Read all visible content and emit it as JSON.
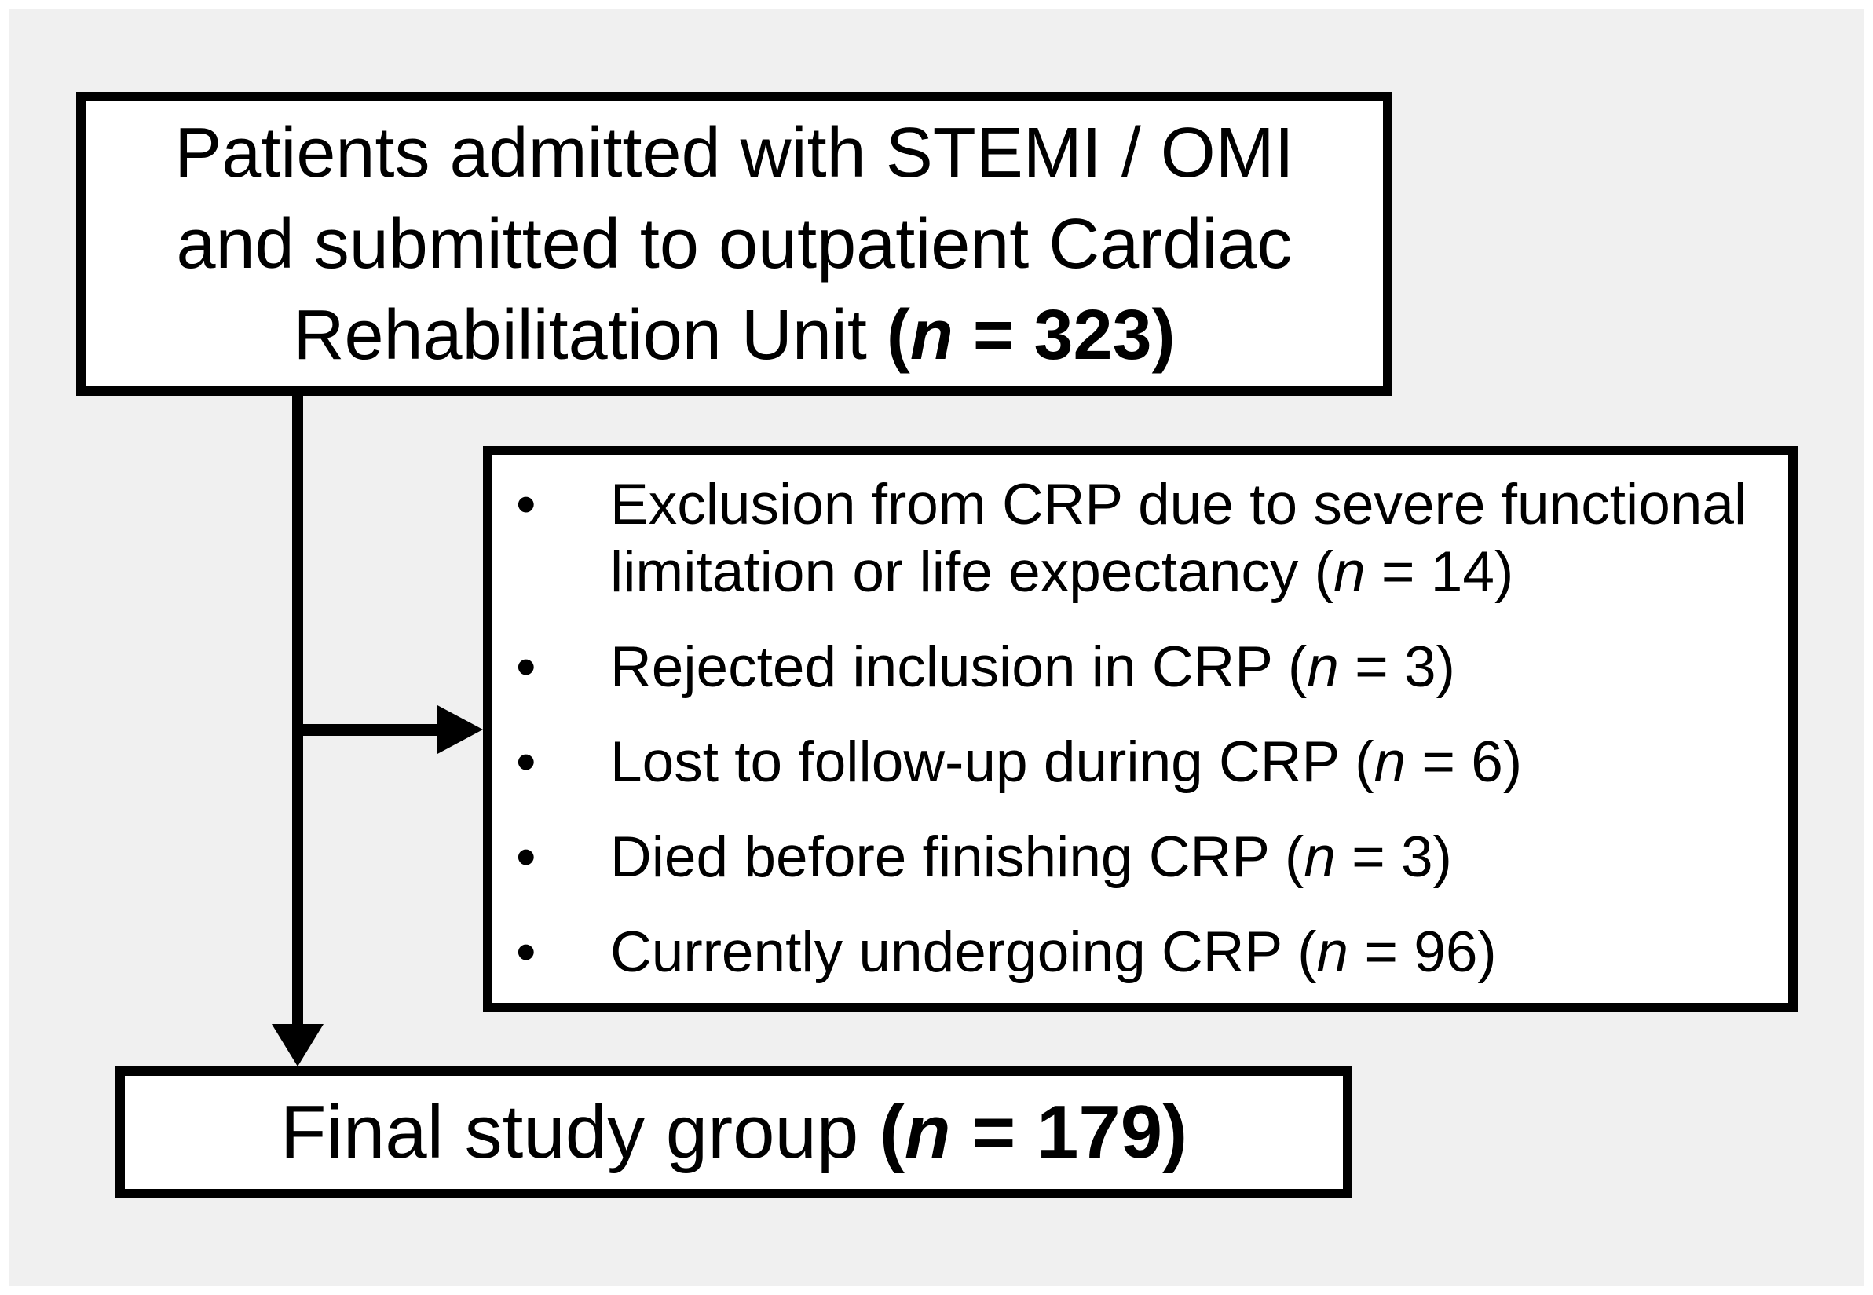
{
  "diagram": {
    "type": "study-flowchart",
    "background_color": "#f0f0f0",
    "box_fill_color": "#ffffff",
    "stroke_color": "#000000",
    "text_color": "#000000"
  },
  "top_box": {
    "n": 323,
    "full_text": "Patients admitted with STEMI / OMI and submitted to outpatient Cardiac Rehabilitation Unit (n = 323)",
    "lines": [
      [
        {
          "t": "Patients admitted with STEMI / OMI"
        }
      ],
      [
        {
          "t": "and submitted to outpatient Cardiac"
        }
      ],
      [
        {
          "t": "Rehabilitation Unit "
        },
        {
          "t": "(",
          "b": 1
        },
        {
          "t": "n",
          "b": 1,
          "i": 1
        },
        {
          "t": " = 323)",
          "b": 1
        }
      ]
    ]
  },
  "exclusion_box": {
    "items": [
      {
        "n": 14,
        "full_text": "Exclusion from CRP due to severe functional limitation or life expectancy (n = 14)",
        "segments": [
          {
            "t": "Exclusion from CRP due to severe functional limitation or life expectancy ("
          },
          {
            "t": "n",
            "i": 1
          },
          {
            "t": " = 14)"
          }
        ]
      },
      {
        "n": 3,
        "full_text": "Rejected inclusion in CRP (n = 3)",
        "segments": [
          {
            "t": "Rejected inclusion in CRP ("
          },
          {
            "t": "n",
            "i": 1
          },
          {
            "t": " = 3)"
          }
        ]
      },
      {
        "n": 6,
        "full_text": "Lost to follow-up during CRP (n = 6)",
        "segments": [
          {
            "t": "Lost to follow-up during CRP ("
          },
          {
            "t": "n",
            "i": 1
          },
          {
            "t": " = 6)"
          }
        ]
      },
      {
        "n": 3,
        "full_text": "Died before finishing CRP (n = 3)",
        "segments": [
          {
            "t": "Died before finishing CRP ("
          },
          {
            "t": "n",
            "i": 1
          },
          {
            "t": " = 3)"
          }
        ]
      },
      {
        "n": 96,
        "full_text": "Currently undergoing CRP (n = 96)",
        "segments": [
          {
            "t": "Currently undergoing CRP ("
          },
          {
            "t": "n",
            "i": 1
          },
          {
            "t": " = 96)"
          }
        ]
      }
    ]
  },
  "bottom_box": {
    "n": 179,
    "full_text": "Final study group (n = 179)",
    "segments": [
      {
        "t": "Final study group "
      },
      {
        "t": "(",
        "b": 1
      },
      {
        "t": "n",
        "b": 1,
        "i": 1
      },
      {
        "t": " = 179)",
        "b": 1
      }
    ]
  }
}
